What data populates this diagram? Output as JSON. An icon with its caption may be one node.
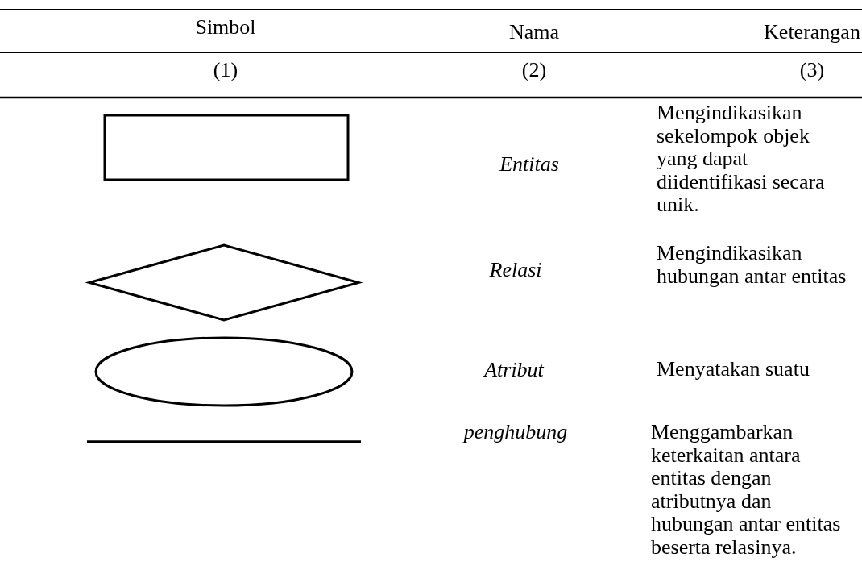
{
  "diagram": {
    "nodes": [
      {
        "text": [],
        "shape": "box"
      },
      {
        "text": [],
        "shape": "diamond"
      },
      {
        "text": [],
        "shape": "ellipse"
      },
      {
        "text": [],
        "shape": "line"
      }
    ],
    "labels": [
      "Simbol",
      "Nama",
      "Keterangan",
      "(1)",
      "(2)",
      "(3)",
      "Entitas",
      "Mengindikasikan sekelompok objek yang dapat diidentifikasi secara unik.",
      "Relasi",
      "Mengindikasikan hubungan antar entitas",
      "Atribut",
      "Menyatakan suatu",
      "penghubung",
      "Menggambarkan keterkaitan antara entitas dengan atributnya dan hubungan antar entitas beserta relasinya."
    ]
  }
}
